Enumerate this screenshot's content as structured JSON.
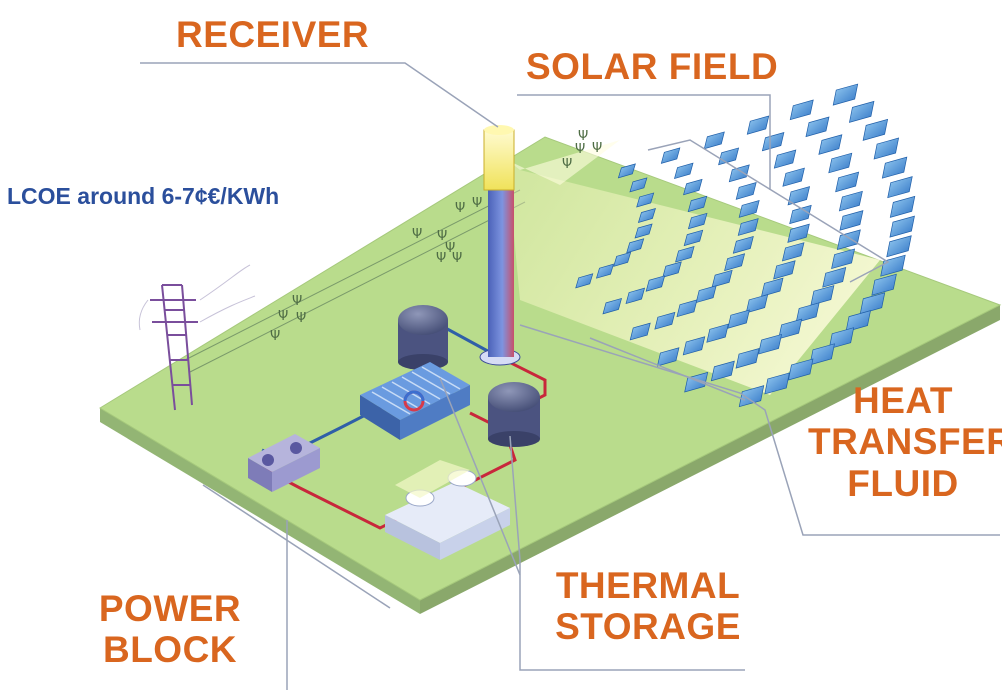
{
  "labels": {
    "receiver": "RECEIVER",
    "solar_field": "SOLAR FIELD",
    "lcoe": "LCOE around 6-7¢€/KWh",
    "heat_transfer_fluid": [
      "HEAT",
      "TRANSFER",
      "FLUID"
    ],
    "power_block": [
      "POWER",
      "BLOCK"
    ],
    "thermal_storage": [
      "THERMAL",
      "STORAGE"
    ]
  },
  "colors": {
    "label_orange": "#d9661f",
    "lcoe_blue": "#2b4f9c",
    "ground_green": "#b9dc8c",
    "pipe_red": "#c8273b",
    "pipe_blue": "#2f5fa8",
    "mirror_blue": "#3f8fd6",
    "leader_line": "#9aa3b8"
  },
  "icons": [
    "tower-icon",
    "heliostat-icon",
    "tank-icon",
    "pylon-icon",
    "tree-icon",
    "cooling-tower-icon"
  ]
}
